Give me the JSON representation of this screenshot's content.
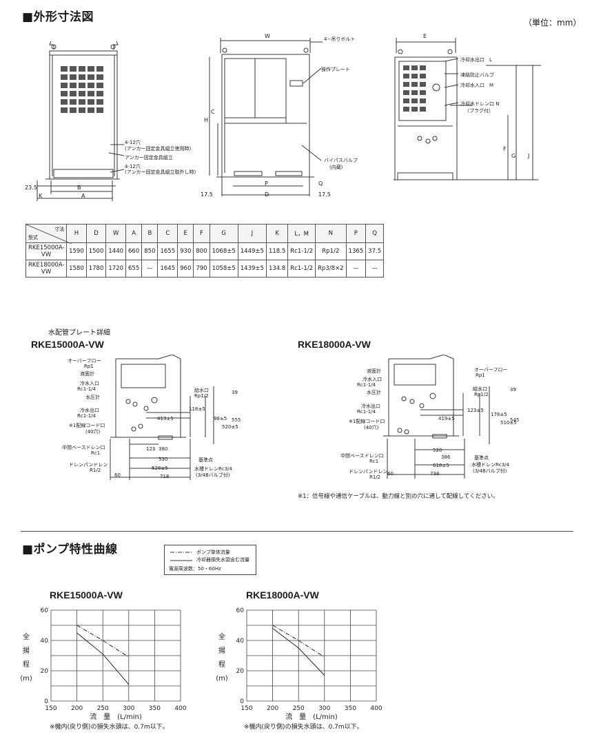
{
  "sections": {
    "dimensions_title": "■外形寸法図",
    "unit": "（単位：mm）",
    "pump_title": "■ポンプ特性曲線"
  },
  "front_view": {
    "labels": {
      "hole1": "4-12穴",
      "hole1_sub": "(アンカー固定金具組立使用時)",
      "anchor": "アンカー固定金具組立",
      "hole2": "4-12穴",
      "hole2_sub": "(アンカー固定金具組立取外し時)",
      "d235": "23.5",
      "B": "B",
      "K": "K",
      "A": "A"
    }
  },
  "side_view": {
    "labels": {
      "W": "W",
      "bolt": "4−吊りボルト",
      "plate": "操作プレート",
      "H": "H",
      "C": "C",
      "bypass": "バイパスバルブ",
      "bypass_sub": "(内蔵)",
      "P": "P",
      "Q": "Q",
      "d175a": "17.5",
      "D": "D",
      "d175b": "17.5"
    }
  },
  "rear_view": {
    "labels": {
      "E": "E",
      "out": "冷却水出口　L",
      "freeze": "凍結防止バルブ",
      "in": "冷却水入口　M",
      "drain": "冷却水ドレン口 N",
      "drain_sub": "（プラグ付）",
      "F": "F",
      "G": "G",
      "J": "J"
    }
  },
  "spec_table": {
    "header_dim": "寸法",
    "header_model": "型式",
    "columns": [
      "H",
      "D",
      "W",
      "A",
      "B",
      "C",
      "E",
      "F",
      "G",
      "J",
      "K",
      "L，M",
      "N",
      "P",
      "Q"
    ],
    "rows": [
      {
        "model": "RKE15000A-VW",
        "values": [
          "1590",
          "1500",
          "1440",
          "660",
          "850",
          "1655",
          "930",
          "800",
          "1068±5",
          "1449±5",
          "118.5",
          "Rc1-1/2",
          "Rp1/2",
          "1365",
          "37.5"
        ]
      },
      {
        "model": "RKE18000A-VW",
        "values": [
          "1580",
          "1780",
          "1720",
          "655",
          "—",
          "1645",
          "960",
          "790",
          "1058±5",
          "1439±5",
          "134.8",
          "Rc1-1/2",
          "Rp3/8×2",
          "—",
          "—"
        ]
      }
    ]
  },
  "plate_detail": {
    "title": "水配管プレート詳細",
    "left": {
      "model": "RKE15000A-VW",
      "labels": {
        "overflow": "オーバーフロー",
        "overflow_v": "Rp1",
        "level": "液面計",
        "in": "冷水入口",
        "in_v": "Rc1-1/4",
        "pressure": "水圧計",
        "out": "冷水出口",
        "out_v": "Rc1-1/4",
        "cord": "※1配線コード口",
        "cord_v": "(40穴)",
        "base_drain": "中間ベースドレン口",
        "base_drain_v": "Rc1",
        "pan_drain": "ドレンパンドレン",
        "pan_drain_v": "R1/2",
        "supply": "給水口",
        "supply_v": "Rp1/2",
        "ref": "基準点",
        "tank_drain": "水槽ドレンRc3/4",
        "tank_drain_v": "(3/4Bバルブ付)",
        "d39": "39",
        "d118": "118±5",
        "d413": "413±5",
        "d98": "98±5",
        "d520": "520±5",
        "d555": "555",
        "d123": "123",
        "d380": "380",
        "d530": "530",
        "d628": "628±5",
        "d60": "60",
        "d718": "718"
      }
    },
    "right": {
      "model": "RKE18000A-VW",
      "labels": {
        "level": "液面計",
        "overflow": "オーバーフロー",
        "overflow_v": "Rp1",
        "in": "冷水入口",
        "in_v": "Rc1-1/4",
        "pressure": "水圧計",
        "supply": "給水口",
        "supply_v": "Rp1/2",
        "out": "冷水出口",
        "out_v": "Rc1-1/4",
        "cord": "※1配線コード口",
        "cord_v": "(40穴)",
        "base_drain": "中間ベースドレン口",
        "base_drain_v": "Rc1",
        "pan_drain": "ドレンパンドレン",
        "pan_drain_v": "R1/2",
        "ref": "基準点",
        "tank_drain": "水槽ドレンRc3/4",
        "tank_drain_v": "(3/4Bバルブ付)",
        "d39": "39",
        "d123": "123±5",
        "d419": "419±5",
        "d178": "178±5",
        "d510": "510±5",
        "d545": "545",
        "d520": "520",
        "d386": "386",
        "d618": "618±5",
        "d60": "60",
        "d738": "738"
      }
    },
    "note": "※1：信号線や通信ケーブルは、動力線と別の穴に通して配線してください。"
  },
  "legend": {
    "dashdot": "ポンプ単体流量",
    "solid": "冷却器損失水頭含む流量",
    "freq": "電源周波数：50・60Hz"
  },
  "ylabel_chars": [
    "全",
    "揚",
    "程",
    "(m)"
  ],
  "xlabel": "流　量　(L/min)",
  "chart_note": "※機内(戻り側)の損失水頭は、0.7m以下。",
  "chart_data": [
    {
      "type": "line",
      "title": "RKE15000A-VW",
      "xlabel": "流　量　(L/min)",
      "ylabel": "全揚程(m)",
      "xlim": [
        150,
        400
      ],
      "ylim": [
        0,
        60
      ],
      "xticks": [
        150,
        200,
        250,
        300,
        350,
        400
      ],
      "yticks": [
        0,
        20,
        40,
        60
      ],
      "grid": true,
      "series": [
        {
          "name": "ポンプ単体流量",
          "style": "dashdot",
          "x": [
            200,
            250,
            300
          ],
          "y": [
            50,
            40,
            29
          ]
        },
        {
          "name": "冷却器損失水頭含む流量",
          "style": "solid",
          "x": [
            200,
            250,
            300
          ],
          "y": [
            45,
            31,
            11
          ]
        }
      ]
    },
    {
      "type": "line",
      "title": "RKE18000A-VW",
      "xlabel": "流　量　(L/min)",
      "ylabel": "全揚程(m)",
      "xlim": [
        150,
        400
      ],
      "ylim": [
        0,
        60
      ],
      "xticks": [
        150,
        200,
        250,
        300,
        350,
        400
      ],
      "yticks": [
        0,
        20,
        40,
        60
      ],
      "grid": true,
      "series": [
        {
          "name": "ポンプ単体流量",
          "style": "dashdot",
          "x": [
            200,
            250,
            300
          ],
          "y": [
            50,
            40,
            29
          ]
        },
        {
          "name": "冷却器損失水頭含む流量",
          "style": "solid",
          "x": [
            200,
            250,
            300
          ],
          "y": [
            48,
            35,
            17
          ]
        }
      ]
    }
  ]
}
